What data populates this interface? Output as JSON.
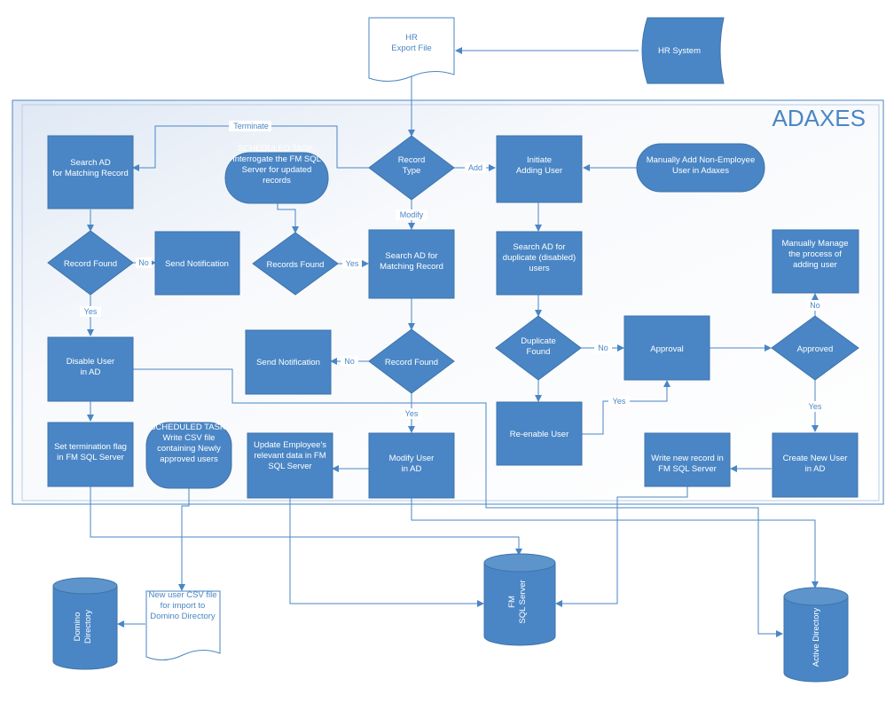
{
  "container": {
    "title": "ADAXES"
  },
  "nodes": {
    "hr_export": [
      "HR",
      "Export File"
    ],
    "hr_system": [
      "HR System"
    ],
    "search_ad_matching_1": [
      "Search AD",
      "for Matching Record"
    ],
    "scheduled_task_1": [
      "SCHEDULED TASK:",
      "Interrogate the FM SQL",
      "Server for updated",
      "records"
    ],
    "record_type": [
      "Record",
      "Type"
    ],
    "initiate_adding": [
      "Initiate",
      "Adding User"
    ],
    "manual_add": [
      "Manually Add Non-Employee",
      "User in Adaxes"
    ],
    "record_found_1": [
      "Record Found"
    ],
    "send_notification_1": [
      "Send Notification"
    ],
    "records_found": [
      "Records Found"
    ],
    "search_ad_matching_2": [
      "Search AD for",
      "Matching Record"
    ],
    "search_ad_duplicate": [
      "Search AD for",
      "duplicate (disabled)",
      "users"
    ],
    "manual_manage": [
      "Manually Manage",
      "the process of",
      "adding user"
    ],
    "disable_user": [
      "Disable User",
      "in AD"
    ],
    "send_notification_2": [
      "Send Notification"
    ],
    "record_found_2": [
      "Record Found"
    ],
    "duplicate_found": [
      "Duplicate",
      "Found"
    ],
    "approval": [
      "Approval"
    ],
    "approved": [
      "Approved"
    ],
    "reenable_user": [
      "Re-enable User"
    ],
    "set_termination": [
      "Set termination flag",
      "in FM SQL Server"
    ],
    "scheduled_task_2": [
      "SCHEDULED TASK:",
      "Write CSV file",
      "containing Newly",
      "approved users"
    ],
    "update_employee": [
      "Update Employee's",
      "relevant data in FM",
      "SQL Server"
    ],
    "modify_user": [
      "Modify User",
      "in AD"
    ],
    "write_new_record": [
      "Write new record in",
      "FM SQL Server"
    ],
    "create_new_user": [
      "Create New User",
      "in AD"
    ],
    "new_user_csv": [
      "New user CSV file",
      "for import to",
      "Domino Directory"
    ],
    "domino_directory": [
      "Domino",
      "Directory"
    ],
    "fm_sql_server": [
      "FM",
      "SQL Server"
    ],
    "active_directory": [
      "Active Directory"
    ]
  },
  "edge_labels": {
    "terminate": "Terminate",
    "add": "Add",
    "modify": "Modify",
    "no_1": "No",
    "yes_1": "Yes",
    "yes_2": "Yes",
    "no_2": "No",
    "yes_3": "Yes",
    "no_3": "No",
    "yes_4": "Yes",
    "no_4": "No",
    "yes_5": "Yes"
  },
  "colors": {
    "shape_fill": "#4a86c5",
    "line": "#4a86c5",
    "container_border": "#4a86c5"
  }
}
